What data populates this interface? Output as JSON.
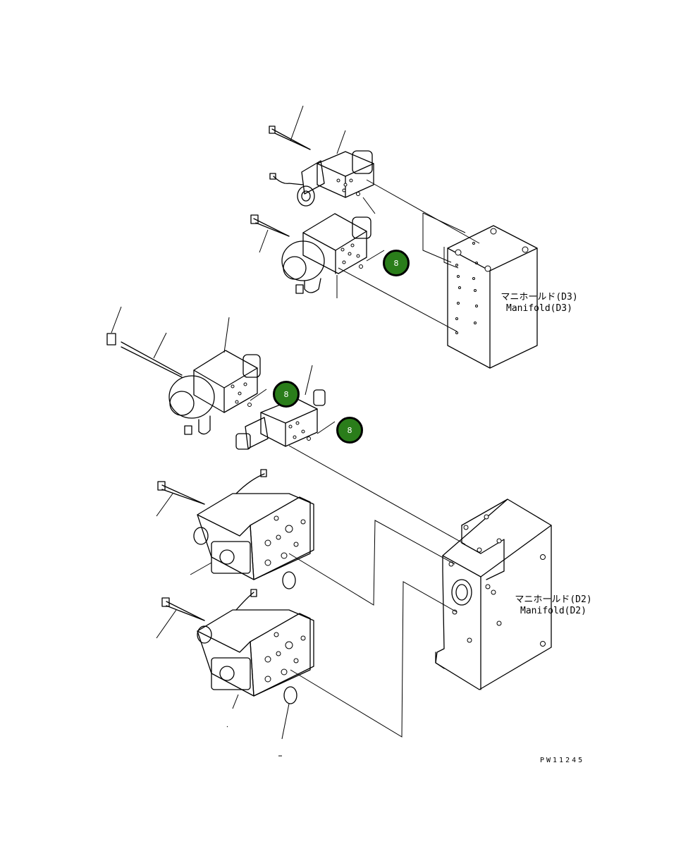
{
  "labels": {
    "manifold_d3_jp": "マニホールド(D3)",
    "manifold_d3_en": "Manifold(D3)",
    "manifold_d2_jp": "マニホールド(D2)",
    "manifold_d2_en": "Manifold(D2)"
  },
  "callouts": [
    {
      "id": "badge-1",
      "text": "8"
    },
    {
      "id": "badge-2",
      "text": "8"
    },
    {
      "id": "badge-3",
      "text": "8"
    }
  ],
  "drawing_code": "PW11245",
  "badge_color": "#2a7d1a"
}
